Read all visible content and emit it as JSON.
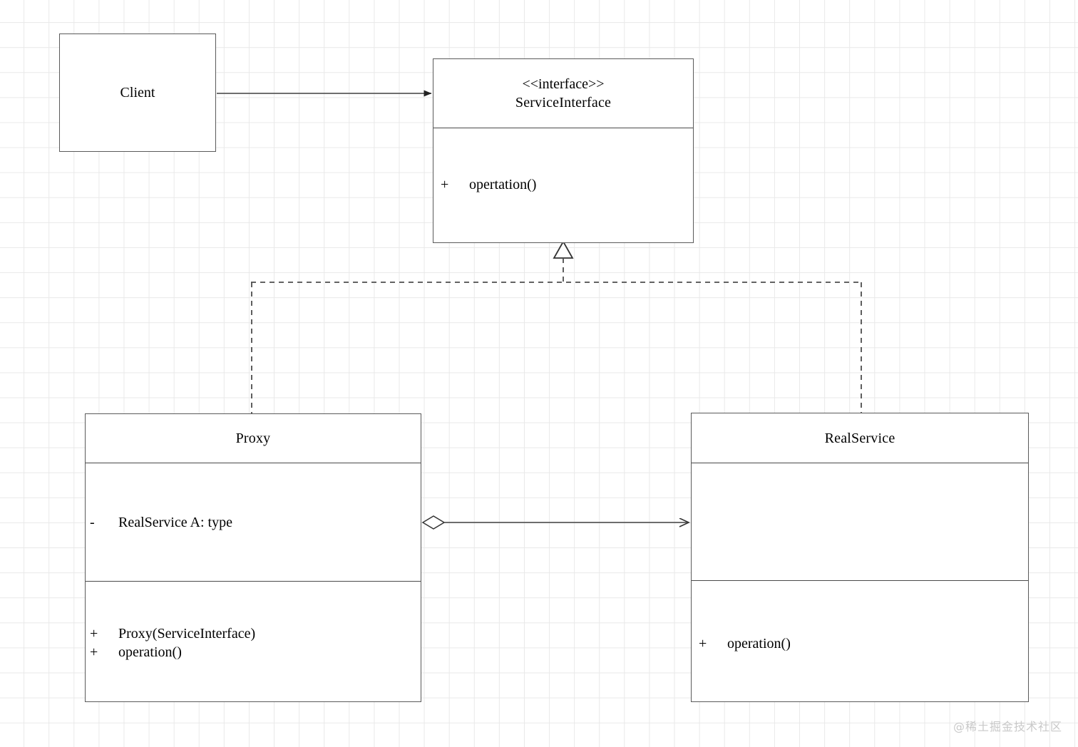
{
  "diagram": {
    "type": "uml-class-diagram",
    "pattern": "Proxy",
    "background": "grid",
    "grid_color": "#e9e9e9",
    "line_color": "#5a5a5a",
    "box_fill": "#ffffff",
    "text_color": "#000000"
  },
  "classes": {
    "client": {
      "name": "Client",
      "stereotype": "",
      "attributes": [],
      "methods": []
    },
    "service_interface": {
      "stereotype": "<<interface>>",
      "name": "ServiceInterface",
      "attributes": [],
      "methods": [
        {
          "visibility": "+",
          "signature": "opertation()"
        }
      ]
    },
    "proxy": {
      "name": "Proxy",
      "stereotype": "",
      "attributes": [
        {
          "visibility": "-",
          "signature": "RealService A: type"
        }
      ],
      "methods": [
        {
          "visibility": "+",
          "signature": "Proxy(ServiceInterface)"
        },
        {
          "visibility": "+",
          "signature": "operation()"
        }
      ]
    },
    "real_service": {
      "name": "RealService",
      "stereotype": "",
      "attributes": [],
      "methods": [
        {
          "visibility": "+",
          "signature": "operation()"
        }
      ]
    }
  },
  "relationships": [
    {
      "id": "client-uses-interface",
      "from": "Client",
      "to": "ServiceInterface",
      "kind": "association",
      "line": "solid",
      "head": "filled-arrow",
      "label": ""
    },
    {
      "id": "proxy-implements-interface",
      "from": "Proxy",
      "to": "ServiceInterface",
      "kind": "realization",
      "line": "dashed",
      "head": "hollow-triangle",
      "label": ""
    },
    {
      "id": "realservice-implements-interface",
      "from": "RealService",
      "to": "ServiceInterface",
      "kind": "realization",
      "line": "dashed",
      "head": "hollow-triangle",
      "label": ""
    },
    {
      "id": "proxy-aggregates-realservice",
      "from": "Proxy",
      "to": "RealService",
      "kind": "aggregation",
      "line": "solid",
      "tail": "hollow-diamond",
      "head": "open-arrow",
      "label": ""
    }
  ],
  "watermark": {
    "text": "@稀土掘金技术社区"
  }
}
